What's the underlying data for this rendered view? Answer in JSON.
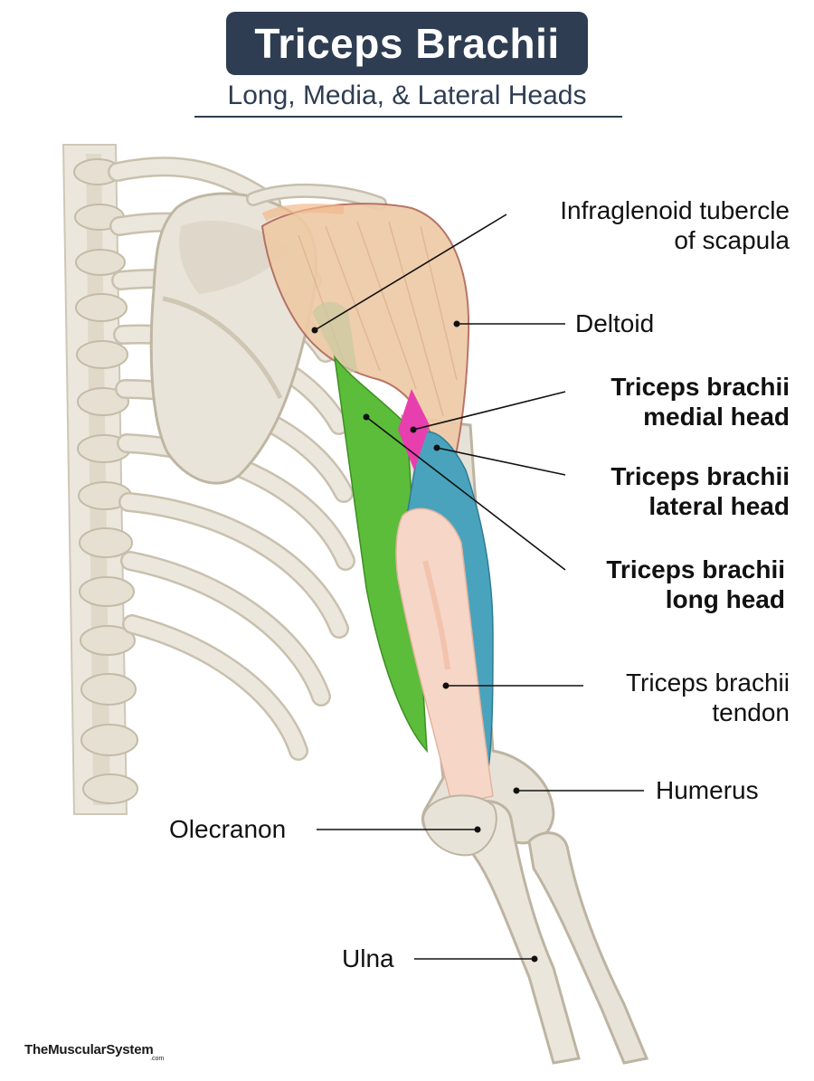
{
  "title": "Triceps Brachii",
  "subtitle": "Long, Media, & Lateral Heads",
  "labels": {
    "infraglenoid_line1": "Infraglenoid tubercle",
    "infraglenoid_line2": "of scapula",
    "deltoid": "Deltoid",
    "medial_line1": "Triceps brachii",
    "medial_line2": "medial head",
    "lateral_line1": "Triceps brachii",
    "lateral_line2": "lateral head",
    "long_line1": "Triceps brachii",
    "long_line2": "long head",
    "tendon_line1": "Triceps brachii",
    "tendon_line2": "tendon",
    "humerus": "Humerus",
    "olecranon": "Olecranon",
    "ulna": "Ulna"
  },
  "brand": {
    "name": "TheMuscularSystem",
    "suffix": ".com"
  },
  "colors": {
    "title_bg": "#2e3d52",
    "bone": "#e6e1d6",
    "deltoid": "#eecaa7",
    "long_head": "#5bbd3a",
    "lateral_head": "#4aa3bd",
    "medial_head": "#e83fae",
    "tendon": "#f6d6c7"
  }
}
